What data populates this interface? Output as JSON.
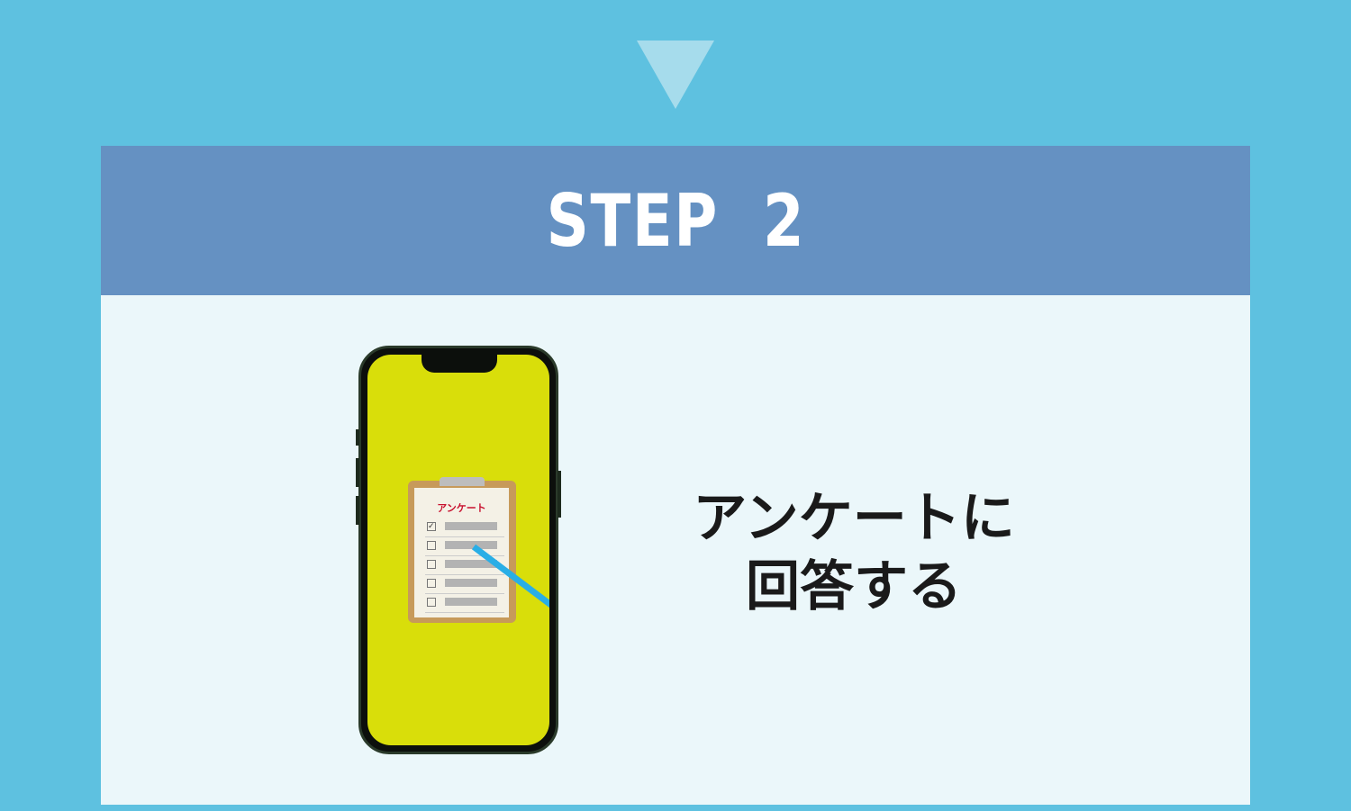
{
  "header": {
    "title": "STEP  2"
  },
  "illustration": {
    "clipboard_title": "アンケート",
    "checklist_rows": 5,
    "checked_rows": 1
  },
  "message": {
    "line1": "アンケートに",
    "line2": "回答する"
  },
  "colors": {
    "background": "#5ec1e0",
    "header": "#6591c2",
    "panel": "#ebf7fa",
    "screen": "#d9de0a"
  }
}
